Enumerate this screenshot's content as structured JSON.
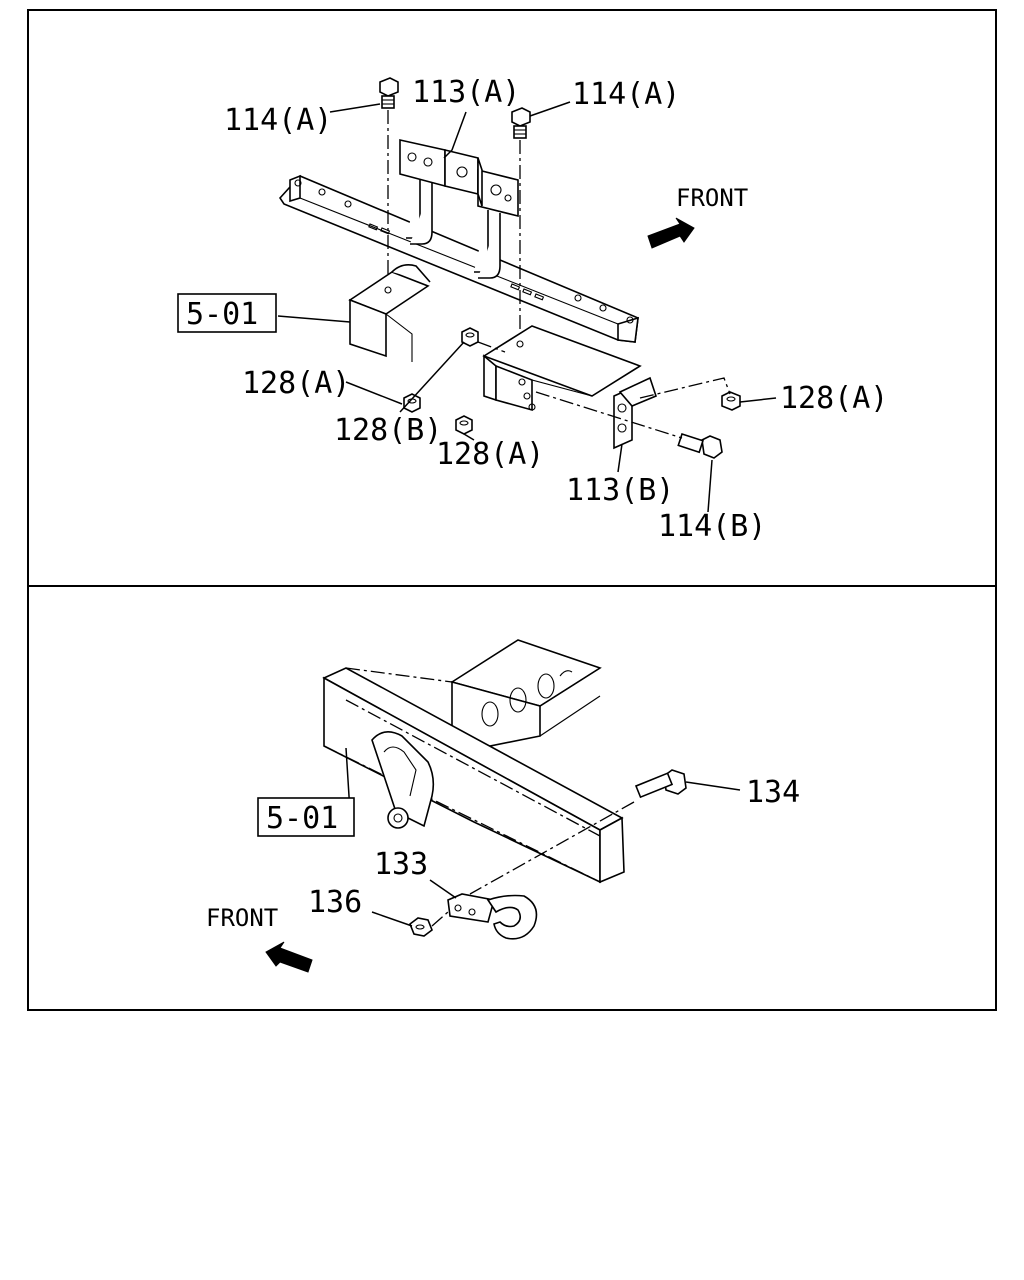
{
  "top_panel": {
    "callouts": {
      "c114a_left": "114(A)",
      "c113a": "113(A)",
      "c114a_right": "114(A)",
      "front": "FRONT",
      "ref_501": "5-01",
      "c128a_left": "128(A)",
      "c128b": "128(B)",
      "c128a_mid": "128(A)",
      "c128a_right": "128(A)",
      "c113b": "113(B)",
      "c114b": "114(B)"
    }
  },
  "bottom_panel": {
    "callouts": {
      "ref_501": "5-01",
      "c134": "134",
      "c133": "133",
      "c136": "136",
      "front": "FRONT"
    }
  }
}
